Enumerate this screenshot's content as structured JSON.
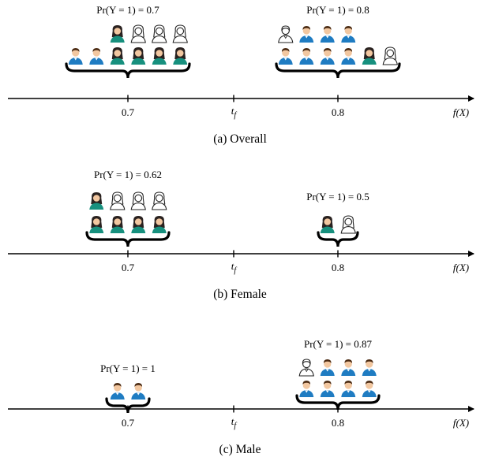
{
  "palette": {
    "male_shirt": "#1f7cc2",
    "male_hair": "#4a2a12",
    "skin": "#f2c7a0",
    "female_top": "#17907e",
    "female_hair": "#2a2220",
    "outline": "#222222",
    "axis": "#000000"
  },
  "icons": {
    "positive_male": "male-person-icon",
    "positive_female": "female-person-icon",
    "negative_male": "male-outline-icon",
    "negative_female": "female-outline-icon"
  },
  "panels": [
    {
      "caption": "(a) Overall",
      "axis": {
        "tick_left": "0.7",
        "tick_threshold": "t_f",
        "tick_right": "0.8",
        "axis_label": "f(X)"
      },
      "groups": [
        {
          "label": "Pr(Y = 1) = 0.7",
          "rows": [
            [
              "",
              "",
              "positive_female",
              "negative_female",
              "negative_female",
              "negative_female"
            ],
            [
              "positive_male",
              "positive_male",
              "positive_female",
              "positive_female",
              "positive_female",
              "positive_female"
            ]
          ]
        },
        {
          "label": "Pr(Y = 1) = 0.8",
          "rows": [
            [
              "negative_male",
              "positive_male",
              "positive_male",
              "positive_male",
              "",
              ""
            ],
            [
              "positive_male",
              "positive_male",
              "positive_male",
              "positive_male",
              "positive_female",
              "negative_female"
            ]
          ]
        }
      ]
    },
    {
      "caption": "(b) Female",
      "axis": {
        "tick_left": "0.7",
        "tick_threshold": "t_f",
        "tick_right": "0.8",
        "axis_label": "f(X)"
      },
      "groups": [
        {
          "label": "Pr(Y = 1) = 0.62",
          "rows": [
            [
              "positive_female",
              "negative_female",
              "negative_female",
              "negative_female"
            ],
            [
              "positive_female",
              "positive_female",
              "positive_female",
              "positive_female"
            ]
          ]
        },
        {
          "label": "Pr(Y = 1) = 0.5",
          "rows": [
            [
              "positive_female",
              "negative_female"
            ]
          ]
        }
      ]
    },
    {
      "caption": "(c) Male",
      "axis": {
        "tick_left": "0.7",
        "tick_threshold": "t_f",
        "tick_right": "0.8",
        "axis_label": "f(X)"
      },
      "groups": [
        {
          "label": "Pr(Y = 1) = 1",
          "rows": [
            [
              "positive_male",
              "positive_male"
            ]
          ]
        },
        {
          "label": "Pr(Y = 1) = 0.87",
          "rows": [
            [
              "negative_male",
              "positive_male",
              "positive_male",
              "positive_male"
            ],
            [
              "positive_male",
              "positive_male",
              "positive_male",
              "positive_male"
            ]
          ]
        }
      ]
    }
  ]
}
